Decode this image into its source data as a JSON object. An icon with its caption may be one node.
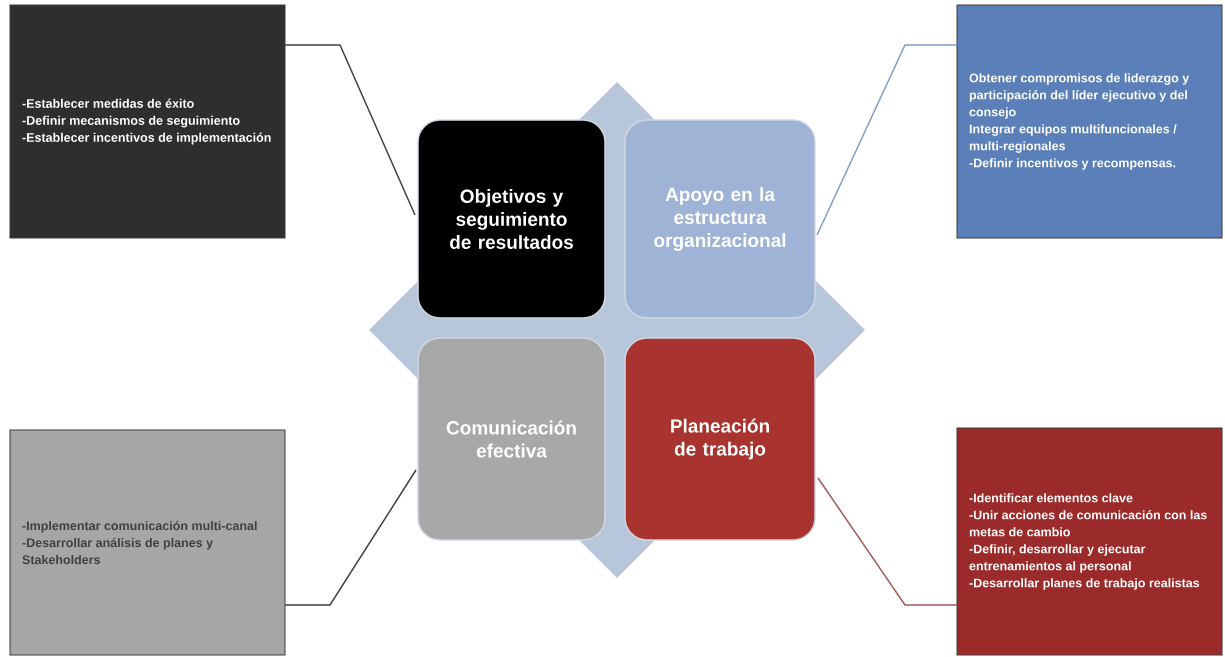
{
  "diagram": {
    "nodes": [
      {
        "text": [
          "-Establecer medidas de éxito",
          "-Definir mecanismos de seguimiento",
          "-Establecer incentivos de implementación"
        ]
      },
      {
        "text": [
          "Obtener compromisos de liderazgo y participación del líder ejecutivo y del consejo",
          "Integrar equipos multifuncionales / multi-regionales",
          "-Definir incentivos y recompensas."
        ]
      },
      {
        "text": [
          "Objetivos y seguimiento de resultados"
        ]
      },
      {
        "text": [
          "Apoyo en la estructura organizacional"
        ]
      },
      {
        "text": [
          "Comunicación efectiva"
        ]
      },
      {
        "text": [
          "Planeación de trabajo"
        ]
      },
      {
        "text": [
          "-Implementar comunicación multi-canal",
          "-Desarrollar análisis de planes y Stakeholders"
        ]
      },
      {
        "text": [
          "-Identificar elementos clave",
          "-Unir acciones de comunicación con las metas de cambio",
          "-Definir, desarrollar y ejecutar entrenamientos al personal",
          "-Desarrollar planes de trabajo realistas"
        ]
      }
    ],
    "edges": [
      {
        "from": 0,
        "to": 2,
        "arrow": "none"
      },
      {
        "from": 1,
        "to": 3,
        "arrow": "none",
        "color": "#7f9cc8"
      },
      {
        "from": 6,
        "to": 4,
        "arrow": "none"
      },
      {
        "from": 7,
        "to": 5,
        "arrow": "none",
        "color": "#a35a5a"
      }
    ]
  }
}
